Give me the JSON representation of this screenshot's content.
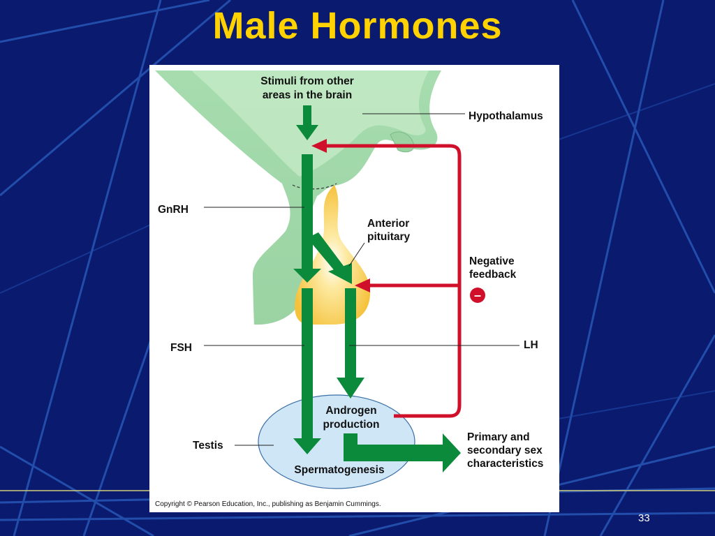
{
  "slide": {
    "title": "Male Hormones",
    "page_number": "33"
  },
  "diagram": {
    "labels": {
      "stimuli_line1": "Stimuli from other",
      "stimuli_line2": "areas in the brain",
      "hypothalamus": "Hypothalamus",
      "gnrh": "GnRH",
      "anterior_line1": "Anterior",
      "anterior_line2": "pituitary",
      "negative_line1": "Negative",
      "negative_line2": "feedback",
      "minus": "–",
      "fsh": "FSH",
      "lh": "LH",
      "androgen_line1": "Androgen",
      "androgen_line2": "production",
      "testis": "Testis",
      "spermatogenesis": "Spermatogenesis",
      "primary_line1": "Primary and",
      "primary_line2": "secondary sex",
      "primary_line3": "characteristics"
    },
    "copyright": "Copyright © Pearson Education, Inc., publishing as Benjamin Cummings.",
    "colors": {
      "green_arrow": "#0b8a3c",
      "red_arrow": "#d0102a",
      "hypothalamus_fill": "#9fd8a6",
      "pituitary_fill": "#f7c948",
      "testis_fill": "#cfe6f7"
    }
  }
}
